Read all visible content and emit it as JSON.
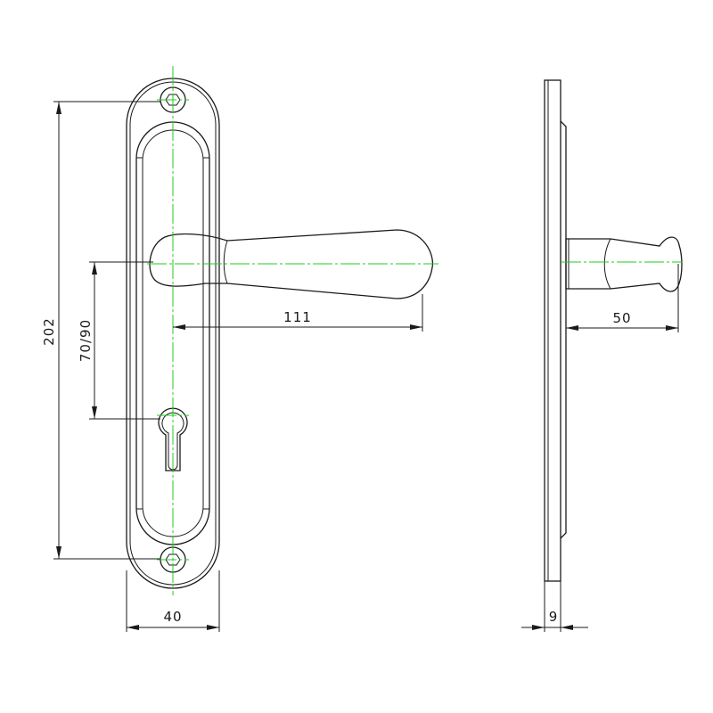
{
  "drawing": {
    "title": "Door handle on backplate - technical drawing",
    "dimensions": {
      "overall_height": "202",
      "center_distance": "70/90",
      "lever_length": "111",
      "plate_width": "40",
      "projection": "50",
      "plate_thickness": "9"
    },
    "colors": {
      "lines": "#1a1a1a",
      "centerlines": "#22cc22"
    }
  }
}
